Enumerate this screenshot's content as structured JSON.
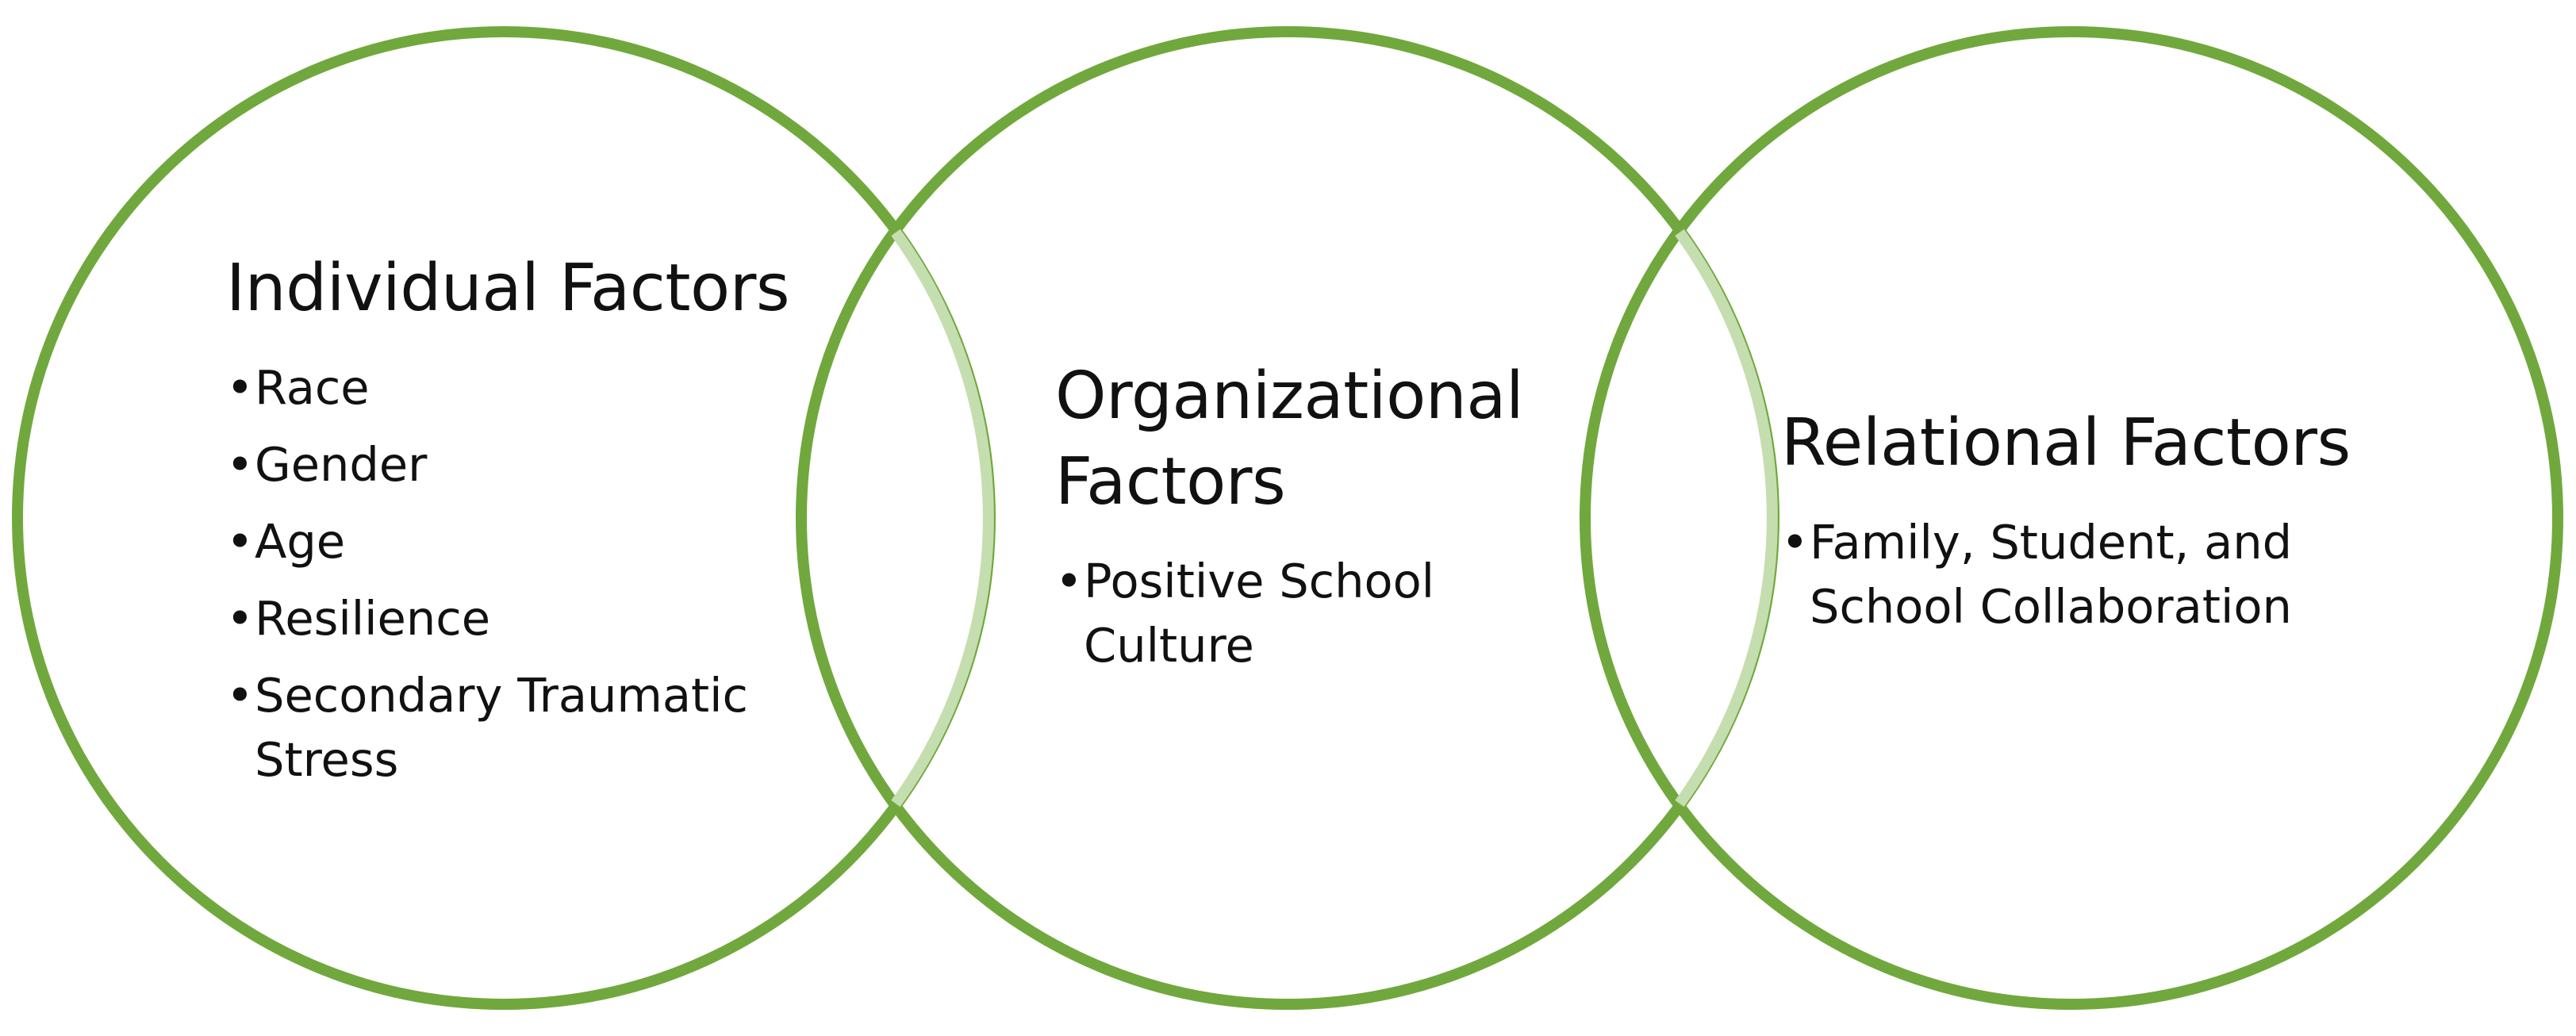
{
  "colors": {
    "circle_stroke": "#70a83d",
    "overlap_stroke": "#c5deaf",
    "text": "#111111"
  },
  "circles": [
    {
      "name": "individual",
      "heading": "Individual Factors",
      "items": [
        "Race",
        "Gender",
        "Age",
        "Resilience",
        "Secondary Traumatic Stress"
      ]
    },
    {
      "name": "organizational",
      "heading": "Organizational Factors",
      "items": [
        "Positive School Culture"
      ]
    },
    {
      "name": "relational",
      "heading": "Relational Factors",
      "items": [
        "Family, Student, and School Collaboration"
      ]
    }
  ],
  "bullet_glyph": "•"
}
